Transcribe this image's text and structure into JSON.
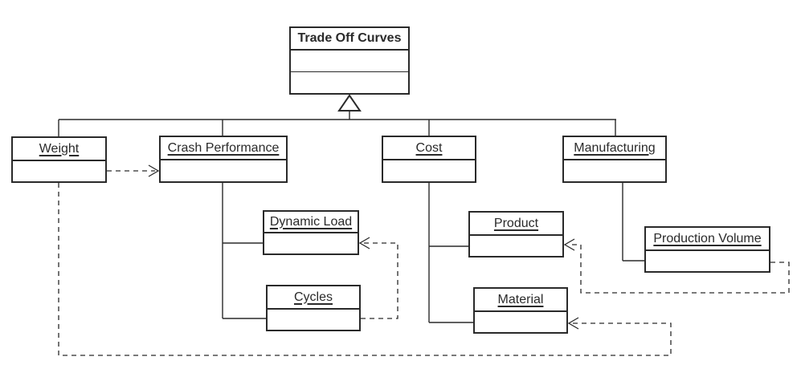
{
  "diagram_title": "Trade Off Curves",
  "boxes": {
    "trade_off_curves": {
      "label": "Trade Off Curves"
    },
    "weight": {
      "label": "Weight"
    },
    "crash_performance": {
      "label": "Crash Performance"
    },
    "cost": {
      "label": "Cost"
    },
    "manufacturing": {
      "label": "Manufacturing"
    },
    "dynamic_load": {
      "label": "Dynamic Load"
    },
    "cycles": {
      "label": "Cycles"
    },
    "product": {
      "label": "Product"
    },
    "material": {
      "label": "Material"
    },
    "production_volume": {
      "label": "Production Volume"
    }
  },
  "connections": [
    {
      "type": "generalization",
      "from": "Weight",
      "to": "Trade Off Curves",
      "marker": "hollow-triangle"
    },
    {
      "type": "generalization",
      "from": "Crash Performance",
      "to": "Trade Off Curves",
      "marker": "hollow-triangle"
    },
    {
      "type": "generalization",
      "from": "Cost",
      "to": "Trade Off Curves",
      "marker": "hollow-triangle"
    },
    {
      "type": "generalization",
      "from": "Manufacturing",
      "to": "Trade Off Curves",
      "marker": "hollow-triangle"
    },
    {
      "type": "tree-link",
      "from": "Crash Performance",
      "to": "Dynamic Load",
      "marker": "none"
    },
    {
      "type": "tree-link",
      "from": "Crash Performance",
      "to": "Cycles",
      "marker": "none"
    },
    {
      "type": "tree-link",
      "from": "Cost",
      "to": "Product",
      "marker": "none"
    },
    {
      "type": "tree-link",
      "from": "Cost",
      "to": "Material",
      "marker": "none"
    },
    {
      "type": "tree-link",
      "from": "Manufacturing",
      "to": "Production Volume",
      "marker": "none"
    },
    {
      "type": "dependency",
      "from": "Weight",
      "to": "Crash Performance",
      "marker": "open-arrow",
      "line": "dashed"
    },
    {
      "type": "dependency",
      "from": "Cycles",
      "to": "Dynamic Load",
      "marker": "open-arrow",
      "line": "dashed"
    },
    {
      "type": "dependency",
      "from": "Production Volume",
      "to": "Product",
      "marker": "open-arrow",
      "line": "dashed"
    },
    {
      "type": "dependency",
      "from": "Weight",
      "to": "Material",
      "marker": "open-arrow",
      "line": "dashed"
    }
  ],
  "colors": {
    "stroke": "#2a2a2a",
    "background": "#ffffff"
  }
}
